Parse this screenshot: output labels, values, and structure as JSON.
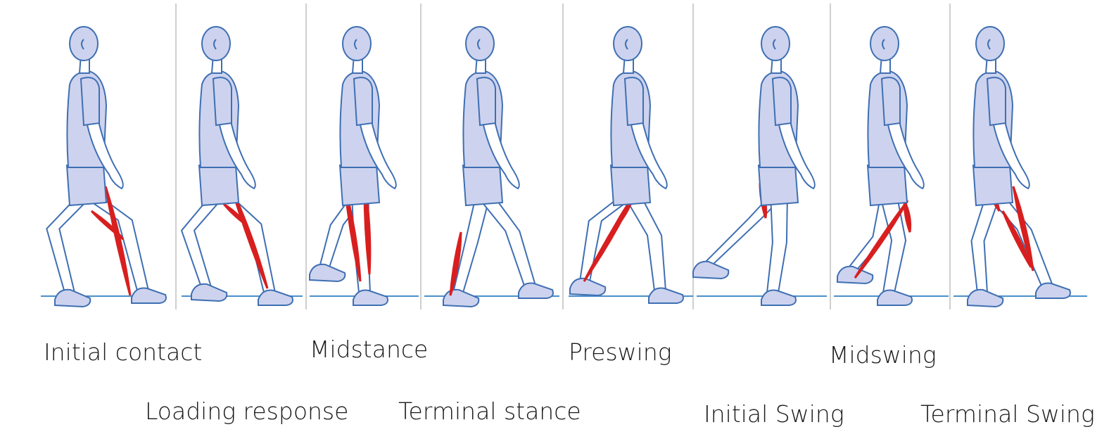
{
  "figure": {
    "phases": [
      {
        "id": "initial-contact",
        "label": "Initial contact"
      },
      {
        "id": "loading-response",
        "label": "Loading response"
      },
      {
        "id": "midstance",
        "label": "Midstance"
      },
      {
        "id": "terminal-stance",
        "label": "Terminal stance"
      },
      {
        "id": "preswing",
        "label": "Preswing"
      },
      {
        "id": "initial-swing",
        "label": "Initial Swing"
      },
      {
        "id": "midswing",
        "label": "Midswing"
      },
      {
        "id": "terminal-swing",
        "label": "Terminal Swing"
      }
    ],
    "colors": {
      "body_fill": "#cdd3ee",
      "outline": "#3f6fb3",
      "muscle": "#d81f1f",
      "ground": "#4a8fc9",
      "divider": "#cfcfcf"
    }
  }
}
